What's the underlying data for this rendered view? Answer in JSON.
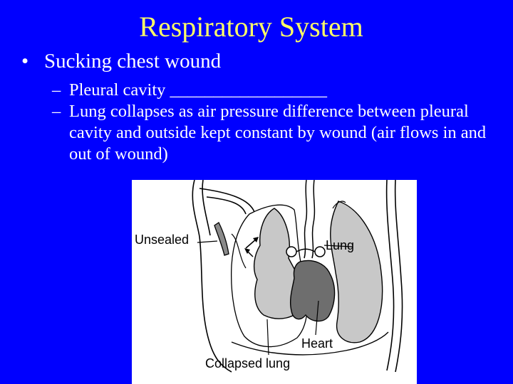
{
  "slide": {
    "title": "Respiratory System",
    "bullet": {
      "marker": "•",
      "text": "Sucking chest wound"
    },
    "sub_items": [
      {
        "dash": "–",
        "text": "Pleural cavity __________________"
      },
      {
        "dash": "–",
        "text": "Lung collapses as air pressure difference between pleural cavity and outside kept constant by wound (air flows in and out of wound)"
      }
    ]
  },
  "figure": {
    "labels": {
      "unsealed": "Unsealed",
      "lung": "Lung",
      "heart": "Heart",
      "collapsed_lung": "Collapsed lung"
    }
  },
  "colors": {
    "background": "#0000ff",
    "title": "#ffff66",
    "body_text": "#ffffff",
    "lung_fill": "#c8c8c8",
    "heart_fill": "#6e6e6e"
  }
}
